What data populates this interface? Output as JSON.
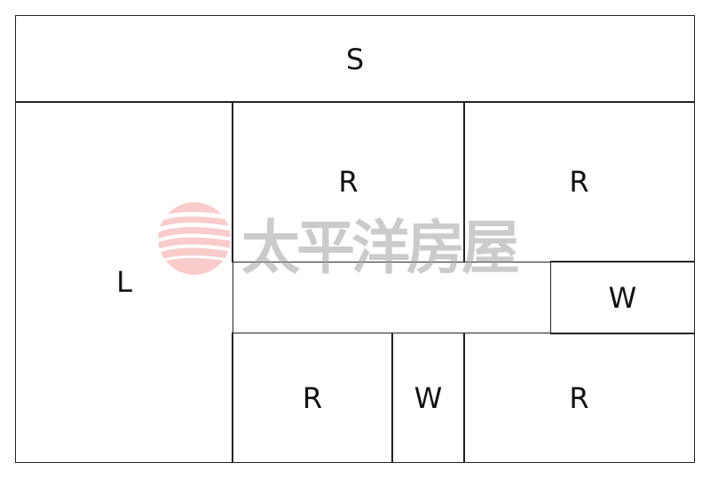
{
  "rooms": {
    "s": "S",
    "l": "L",
    "r1": "R",
    "r2": "R",
    "w1": "W",
    "r3": "R",
    "w2": "W",
    "r4": "R"
  },
  "watermark": {
    "text": "太平洋房屋",
    "logo_color": "#f08080"
  }
}
